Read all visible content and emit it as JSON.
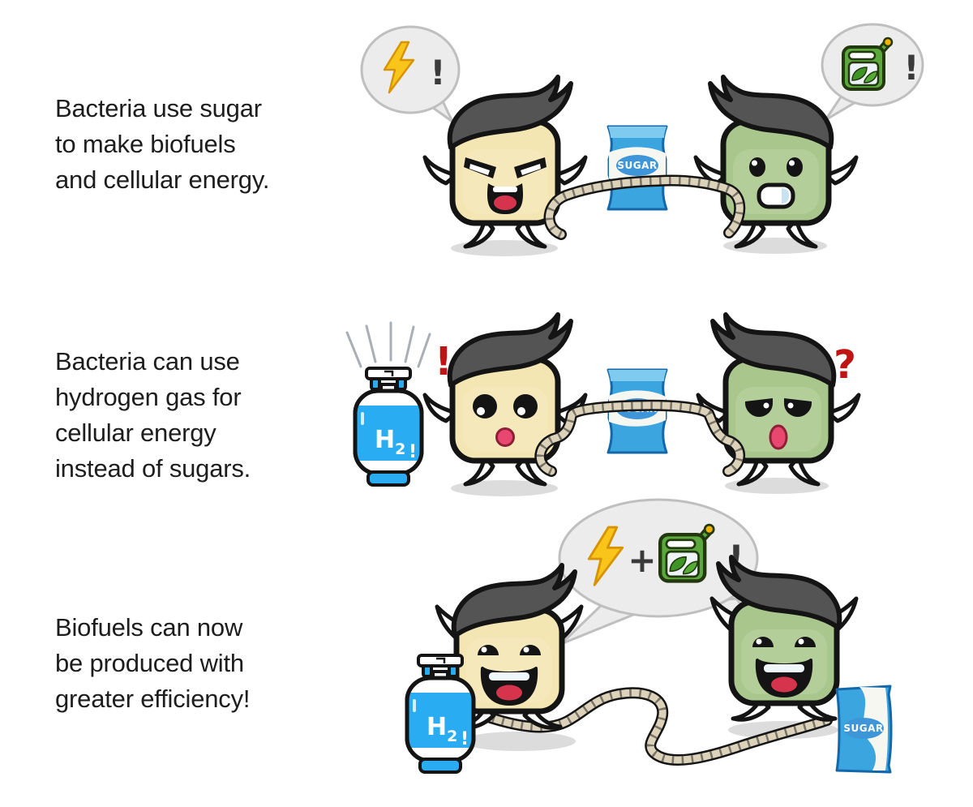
{
  "captions": [
    {
      "lines": [
        "Bacteria use sugar",
        "to make biofuels",
        "and cellular energy."
      ]
    },
    {
      "lines": [
        "Bacteria can use",
        "hydrogen gas for",
        "cellular energy",
        "instead of sugars."
      ]
    },
    {
      "lines": [
        "Biofuels can now",
        "be produced with",
        "greater efficiency!"
      ]
    }
  ],
  "labels": {
    "sugar": "SUGAR",
    "h2_main": "H",
    "h2_sub": "2",
    "tank_exclaim": "!"
  },
  "marks": {
    "exclaim": "!",
    "question": "?",
    "plus": "+"
  },
  "icons": {
    "energy": "lightning-bolt",
    "biofuel": "fuel-can",
    "hydrogen_source": "h2-gas-cylinder",
    "sugar_source": "sugar-packet",
    "link": "tug-of-war-rope"
  },
  "colors": {
    "caption_text": "#1d1d1d",
    "bacterium_yellow": "#F4E6B2",
    "bacterium_green": "#A9C78C",
    "hair_gray": "#545454",
    "outline": "#141414",
    "rope_tan": "#DCD2BA",
    "sugar_blue": "#3AA5DF",
    "tank_blue": "#29ACF2",
    "bubble_gray": "#ECECEC",
    "bolt_yellow": "#F9C51A",
    "can_green": "#5BA83C",
    "alert_red": "#C01414"
  }
}
